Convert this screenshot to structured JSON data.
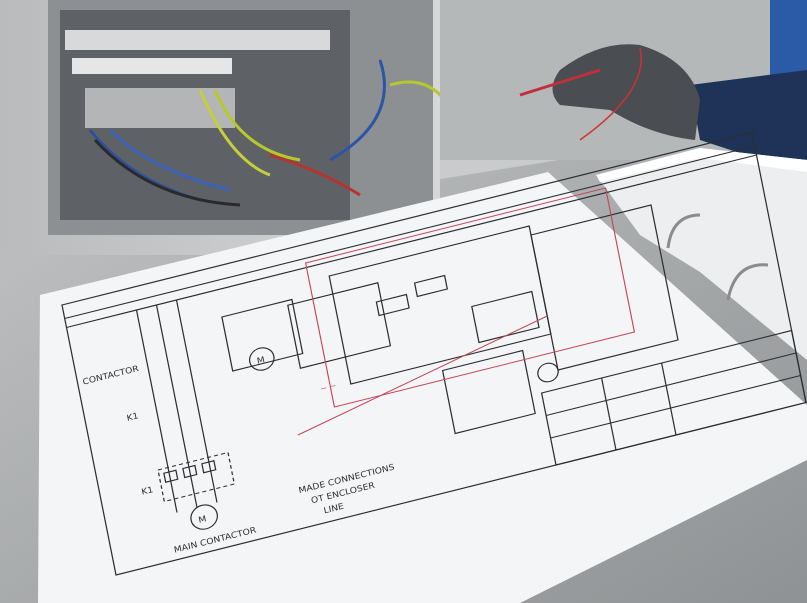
{
  "photo": {
    "subject": "electrical-schematic-inspection",
    "colors": {
      "paper": "#f4f5f6",
      "ink": "#2b2e33",
      "redline": "#c4455a",
      "steel": "#a7aaac",
      "glove": "#4a4d52",
      "sleeve": "#1f3358"
    }
  },
  "schematic": {
    "motor_symbol": "M",
    "motor_symbol_small": "M",
    "contactor_tag_top": "K1",
    "contactor_tag_bottom": "K1",
    "main_contactor_label": "MAIN CONTACTOR",
    "left_label": "CONTACTOR",
    "notes": [
      "MADE CONNECTIONS",
      "OT ENCLOSER",
      "LINE"
    ]
  }
}
